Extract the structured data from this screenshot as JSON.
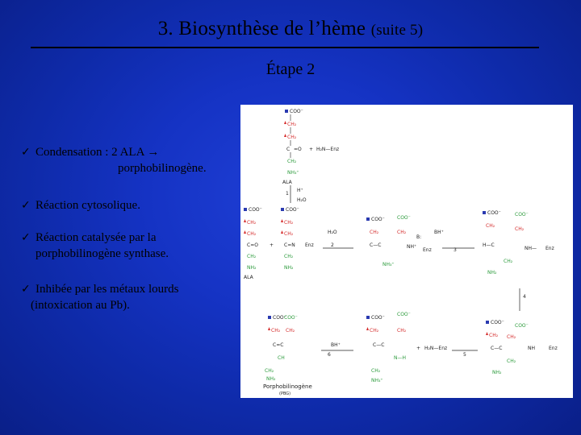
{
  "slide": {
    "title_main": "3. Biosynthèse de l’hème",
    "title_sub": "(suite 5)",
    "step": "Étape 2"
  },
  "bullets": [
    {
      "line1": "Condensation : 2 ALA →",
      "line2": "porphobilinogène."
    },
    {
      "line1": "Réaction cytosolique.",
      "line2": ""
    },
    {
      "line1": "Réaction catalysée par la",
      "line2": "porphobilinogène synthase."
    },
    {
      "line1": "Inhibée par les métaux lourds",
      "line2": "(intoxication au Pb)."
    }
  ],
  "figure": {
    "ala_label": "ALA",
    "pbg_label": "Porphobilinogène",
    "pbg_abbr": "(PBG)",
    "enz": "Enz",
    "coo": "COO⁻",
    "ch2": "CH₂",
    "nh2": "NH₂",
    "nh3": "NH₃⁺",
    "h2o": "H₂O",
    "hplus": "H⁺",
    "h2n_enz": "H₂N—Enz",
    "step_numbers": [
      "1",
      "2",
      "3",
      "4",
      "5",
      "6"
    ],
    "base_labels": [
      "B:",
      "BH⁺"
    ],
    "colors": {
      "red": "#d42a2a",
      "green": "#2a9a3a",
      "blue": "#2a3ab0",
      "black": "#222222"
    }
  }
}
